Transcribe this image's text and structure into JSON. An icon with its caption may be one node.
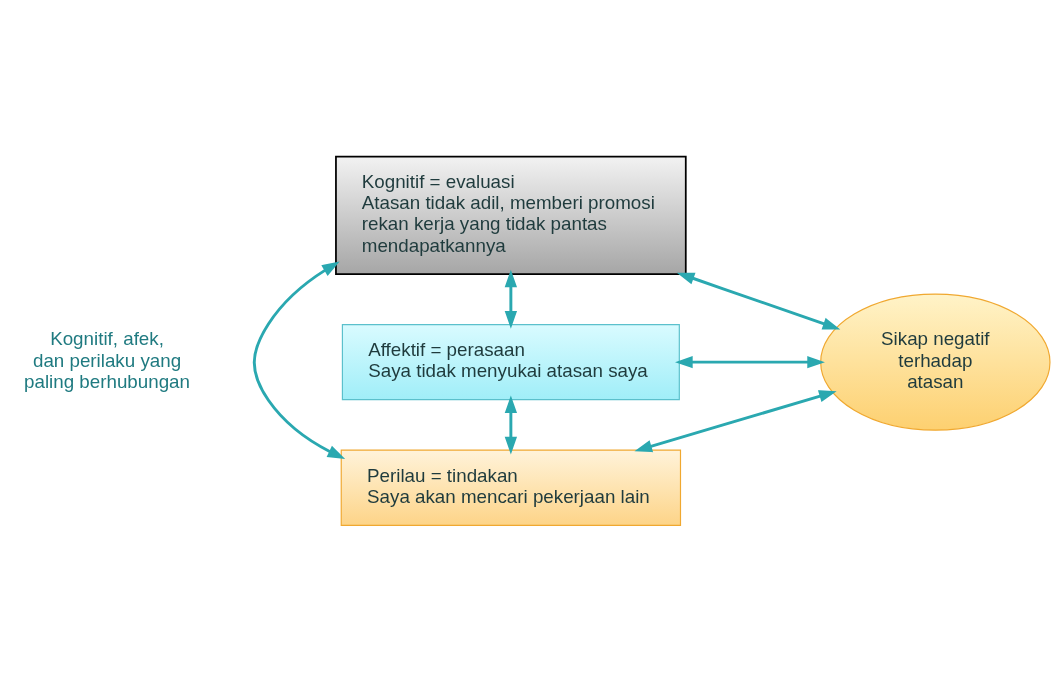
{
  "diagram": {
    "nodes": [
      {
        "text": [
          "Kognitif = evaluasi",
          "Atasan tidak adil, memberi promosi rekan kerja yang tidak pantas mendapatkannya"
        ]
      },
      {
        "text": [
          "Affektif = perasaan",
          "Saya tidak menyukai atasan saya"
        ]
      },
      {
        "text": [
          "Perilau = tindakan",
          "Saya akan mencari pekerjaan lain"
        ]
      },
      {
        "text": [
          "Sikap negatif terhadap atasan"
        ]
      }
    ],
    "edges": [
      {
        "from": 0,
        "to": 1,
        "arrow": "both"
      },
      {
        "from": 1,
        "to": 2,
        "arrow": "both"
      },
      {
        "from": 0,
        "to": 2,
        "arrow": "both"
      },
      {
        "from": 0,
        "to": 3,
        "arrow": "both"
      },
      {
        "from": 1,
        "to": 3,
        "arrow": "both"
      },
      {
        "from": 2,
        "to": 3,
        "arrow": "both"
      }
    ],
    "labels": [
      "Kognitif, afek, dan perilaku yang paling berhubungan"
    ]
  }
}
